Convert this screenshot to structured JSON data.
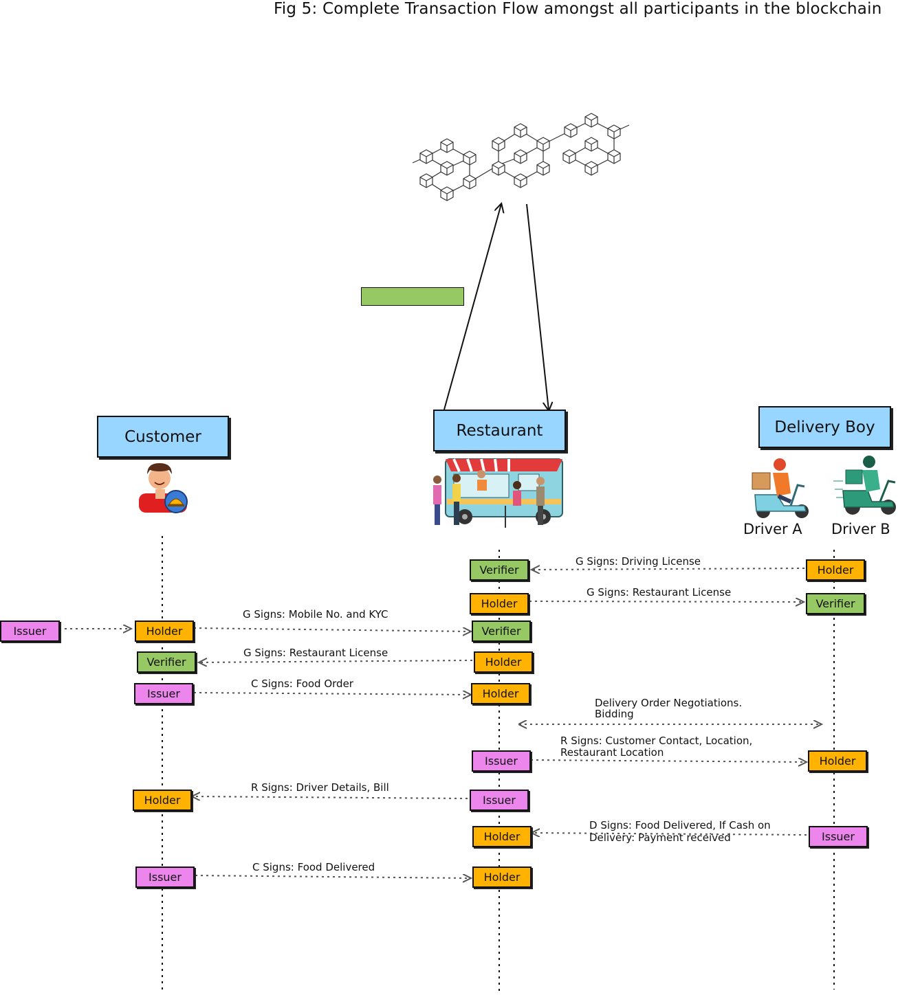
{
  "title": "Fig 5: Complete Transaction Flow amongst all participants in the blockchain",
  "actors": {
    "customer": "Customer",
    "restaurant": "Restaurant",
    "delivery": "Delivery Boy"
  },
  "drivers": {
    "a": "Driver A",
    "b": "Driver B"
  },
  "roles": {
    "issuer": "Issuer",
    "holder": "Holder",
    "verifier": "Verifier"
  },
  "messages": {
    "m1": "G Signs: Driving License",
    "m2": "G Signs: Restaurant License",
    "m3": "G Signs: Mobile No. and KYC",
    "m4": "G Signs: Restaurant License",
    "m5": "C Signs: Food Order",
    "m6a": "Delivery Order Negotiations.",
    "m6b": "Bidding",
    "m7a": "R Signs: Customer Contact, Location,",
    "m7b": "Restaurant Location",
    "m8": "R Signs: Driver Details, Bill",
    "m9a": "D Signs: Food Delivered, If Cash on",
    "m9b": "Delivery: Payment received",
    "m10": "C Signs: Food Delivered"
  },
  "colors": {
    "actor": "#99d6ff",
    "holder": "#ffb300",
    "verifier": "#96c864",
    "issuer": "#ec86ec"
  },
  "icons": [
    "blockchain-icon",
    "customer-icon",
    "food-truck-icon",
    "scooter-icon"
  ]
}
